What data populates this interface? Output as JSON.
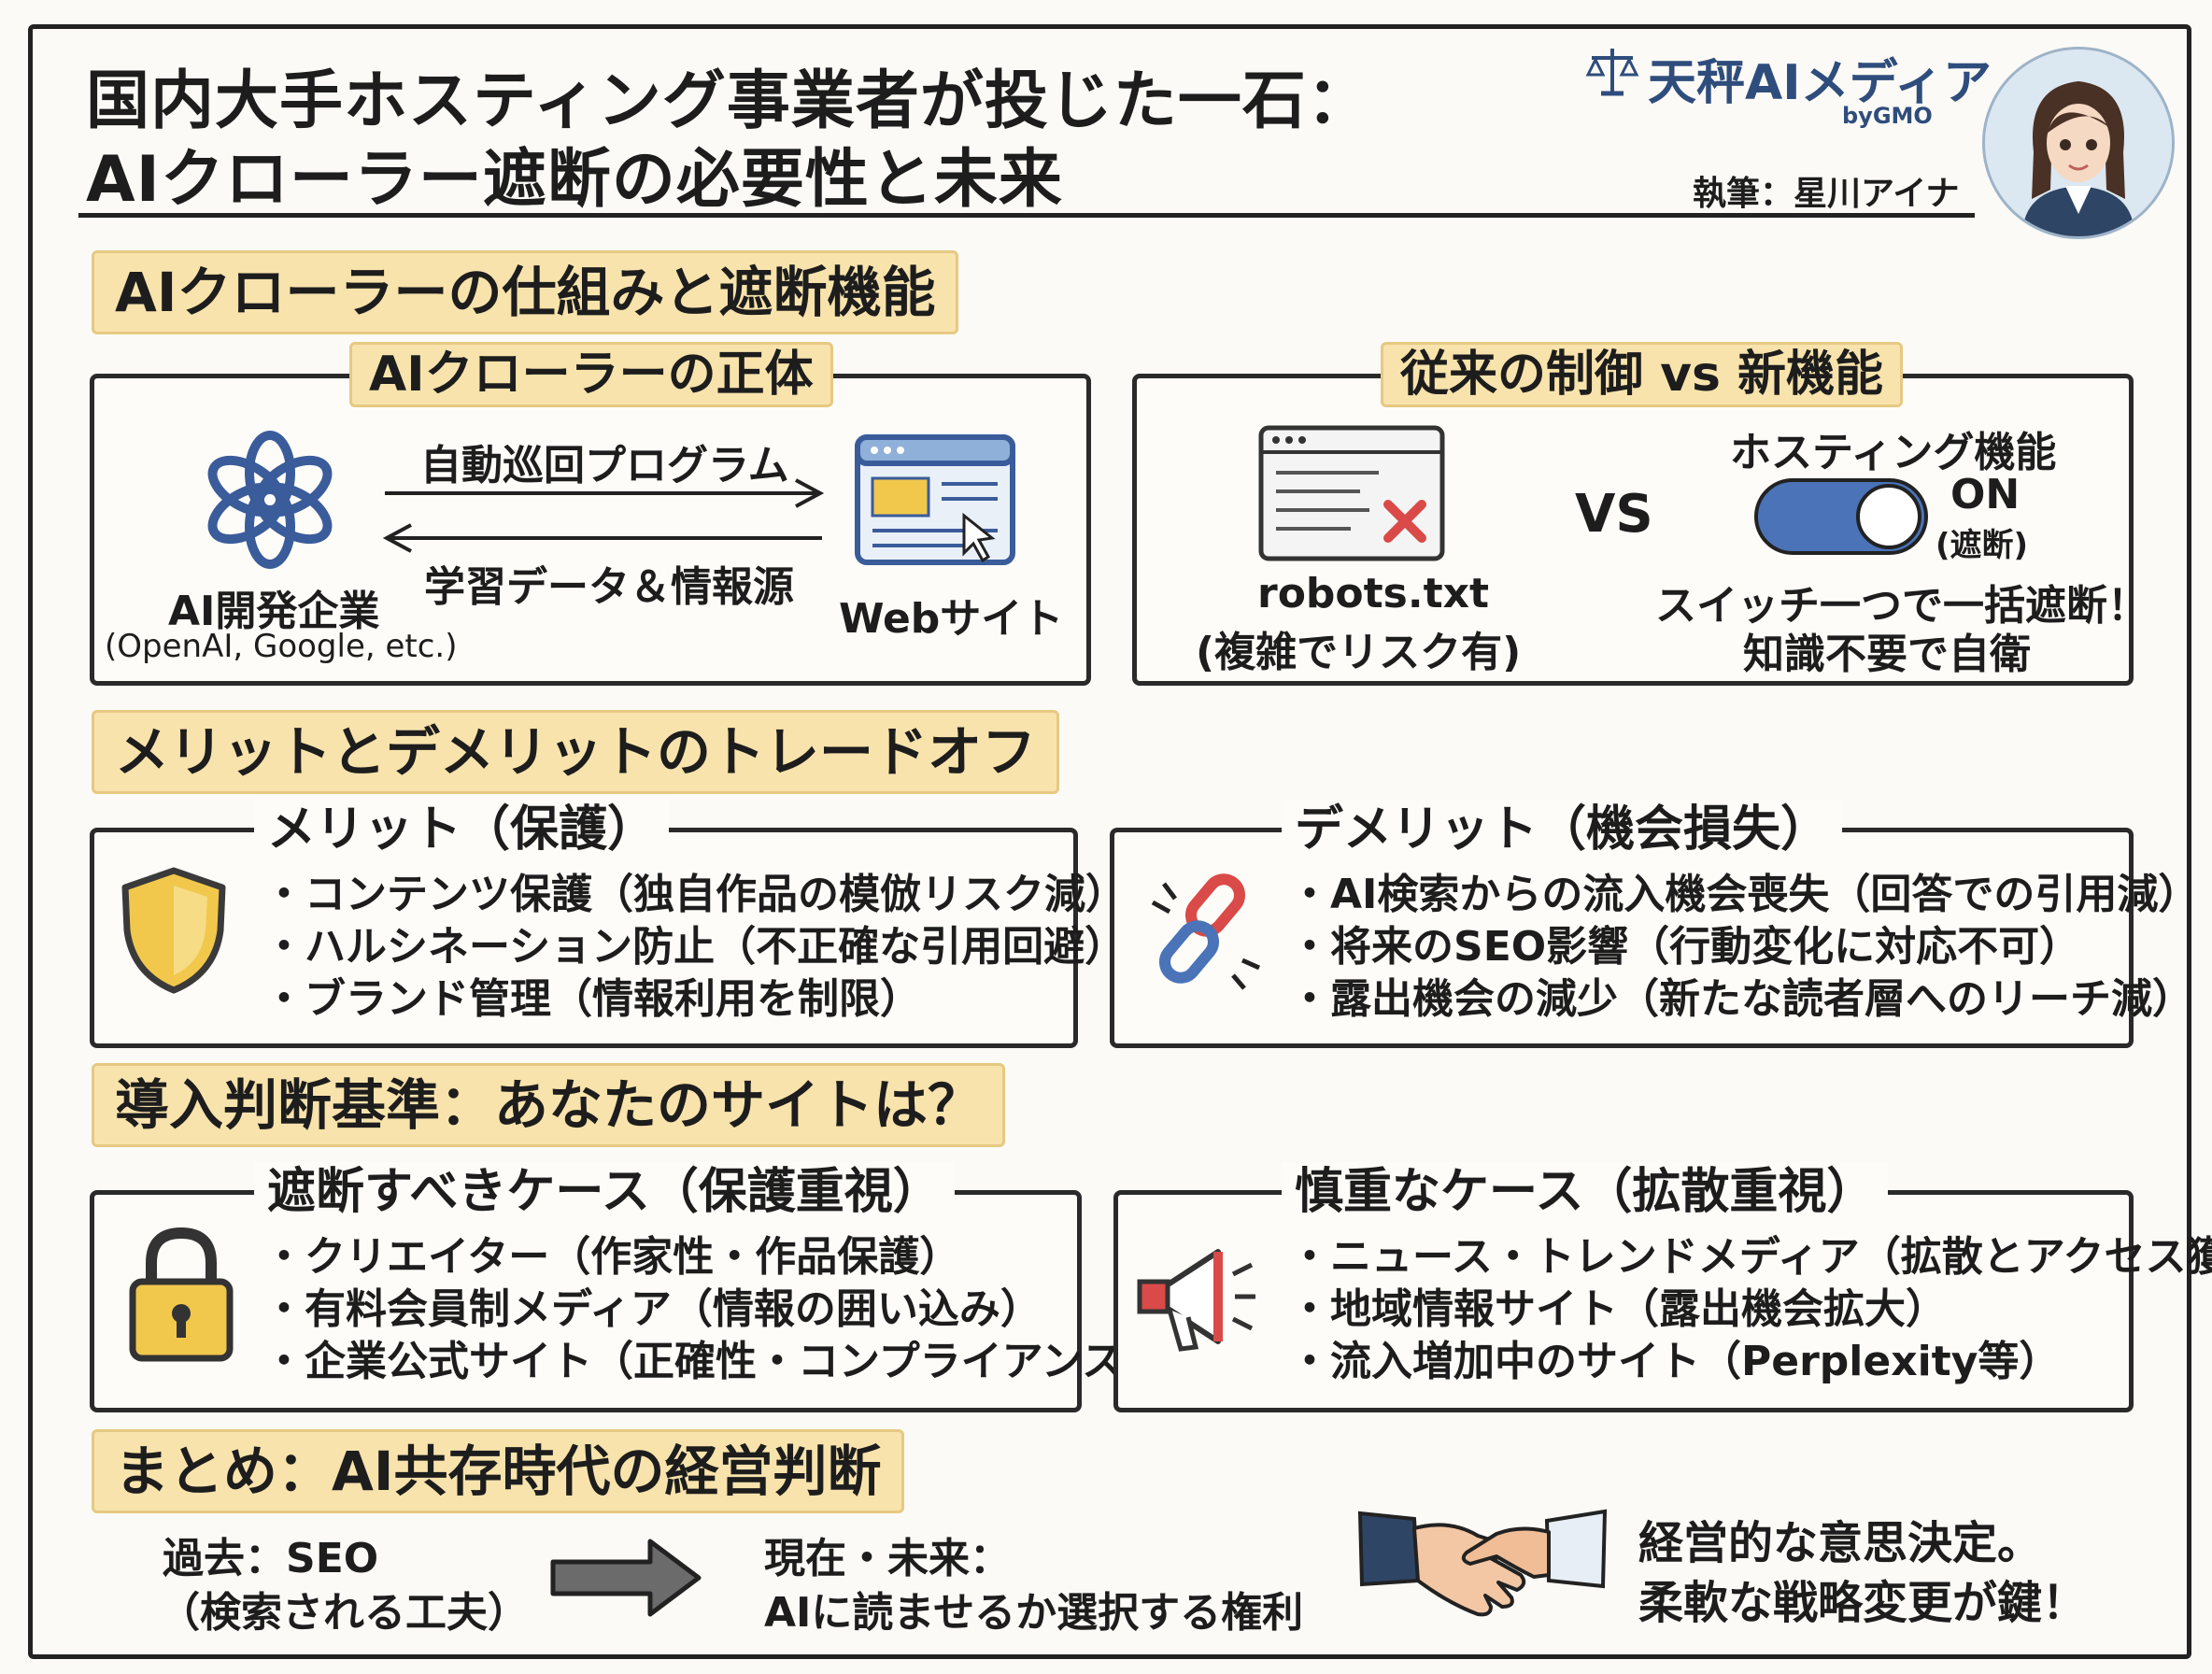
{
  "header": {
    "title_line1": "国内大手ホスティング事業者が投じた一石：",
    "title_line2": "AIクローラー遮断の必要性と未来",
    "logo_main": "天秤AIメディア",
    "logo_by": "byGMO",
    "author": "執筆：星川アイナ"
  },
  "section1": {
    "heading": "AIクローラーの仕組みと遮断機能",
    "crawler_box": {
      "label": "AIクローラーの正体",
      "arrow_top": "自動巡回プログラム",
      "arrow_bottom": "学習データ＆情報源",
      "left_title": "AI開発企業",
      "left_sub": "(OpenAI, Google, etc.)",
      "right_title": "Webサイト"
    },
    "compare_box": {
      "label": "従来の制御 vs 新機能",
      "left_title": "robots.txt",
      "left_sub": "(複雑でリスク有)",
      "vs": "VS",
      "right_head": "ホスティング機能",
      "toggle_on": "ON",
      "toggle_sub": "(遮断)",
      "right_line1": "スイッチ一つで一括遮断！",
      "right_line2": "知識不要で自衛"
    }
  },
  "section2": {
    "heading": "メリットとデメリットのトレードオフ",
    "merit": {
      "label": "メリット（保護）",
      "items": [
        "・コンテンツ保護（独自作品の模倣リスク減）",
        "・ハルシネーション防止（不正確な引用回避）",
        "・ブランド管理（情報利用を制限）"
      ]
    },
    "demerit": {
      "label": "デメリット（機会損失）",
      "items": [
        "・AI検索からの流入機会喪失（回答での引用減）",
        "・将来のSEO影響（行動変化に対応不可）",
        "・露出機会の減少（新たな読者層へのリーチ減）"
      ]
    }
  },
  "section3": {
    "heading": "導入判断基準：あなたのサイトは？",
    "block": {
      "label": "遮断すべきケース（保護重視）",
      "items": [
        "・クリエイター（作家性・作品保護）",
        "・有料会員制メディア（情報の囲い込み）",
        "・企業公式サイト（正確性・コンプライアンス）"
      ]
    },
    "careful": {
      "label": "慎重なケース（拡散重視）",
      "items": [
        "・ニュース・トレンドメディア（拡散とアクセス獲得）",
        "・地域情報サイト（露出機会拡大）",
        "・流入増加中のサイト（Perplexity等）"
      ]
    }
  },
  "section4": {
    "heading": "まとめ：AI共存時代の経営判断",
    "past_line1": "過去：SEO",
    "past_line2": "（検索される工夫）",
    "now_line1": "現在・未来：",
    "now_line2": "AIに読ませるか選択する権利",
    "final_line1": "経営的な意思決定。",
    "final_line2": "柔軟な戦略変更が鍵！"
  },
  "colors": {
    "heading_bg": "#f8e3ac",
    "navy": "#3b5c9a",
    "shield": "#f1c84b",
    "alert_red": "#d94a48"
  }
}
